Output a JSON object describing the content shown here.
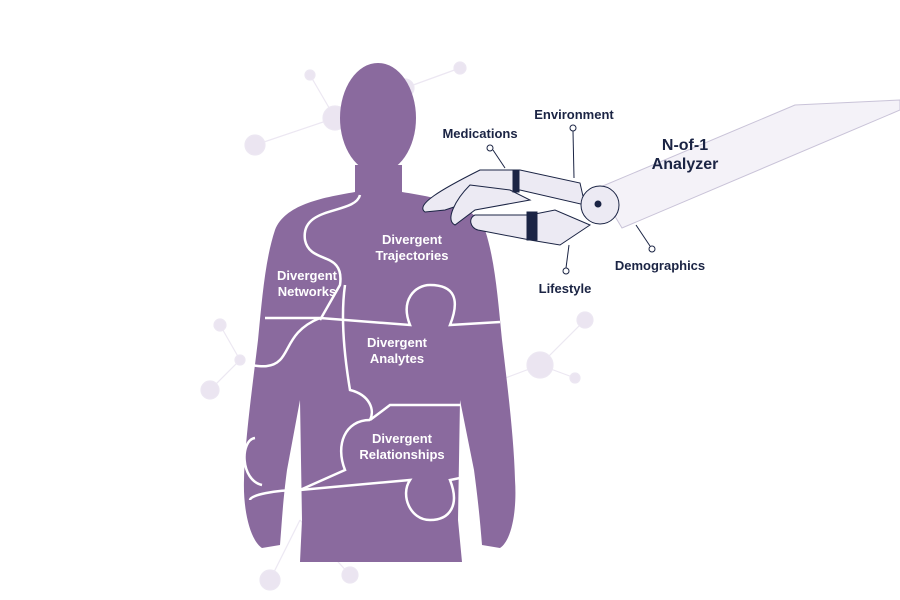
{
  "colors": {
    "body": "#8a6a9e",
    "robot": "#eceaf3",
    "outline": "#1b2444",
    "network": "#e6e0ee"
  },
  "puzzle_pieces": [
    {
      "line1": "Divergent",
      "line2": "Trajectories"
    },
    {
      "line1": "Divergent",
      "line2": "Networks"
    },
    {
      "line1": "Divergent",
      "line2": "Analytes"
    },
    {
      "line1": "Divergent",
      "line2": "Relationships"
    }
  ],
  "analyzer": {
    "line1": "N-of-1",
    "line2": "Analyzer"
  },
  "factors": {
    "medications": "Medications",
    "environment": "Environment",
    "demographics": "Demographics",
    "lifestyle": "Lifestyle"
  }
}
